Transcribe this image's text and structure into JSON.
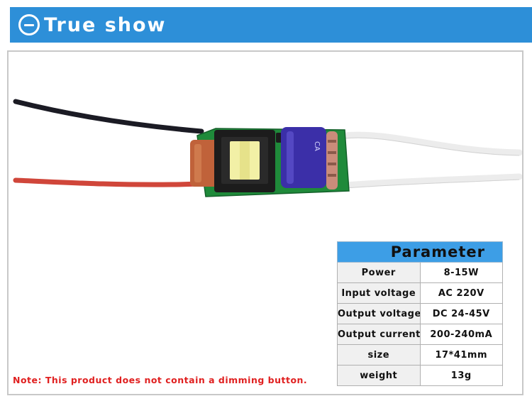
{
  "banner": {
    "icon": "minus-circle-icon",
    "title": "True show"
  },
  "product": {
    "capacitor_label": "CA"
  },
  "parameter_table": {
    "title": "Parameter",
    "rows": [
      {
        "label": "Power",
        "value": "8-15W"
      },
      {
        "label": "Input voltage",
        "value": "AC 220V"
      },
      {
        "label": "Output voltage",
        "value": "DC 24-45V"
      },
      {
        "label": "Output current",
        "value": "200-240mA"
      },
      {
        "label": "size",
        "value": "17*41mm"
      },
      {
        "label": "weight",
        "value": "13g"
      }
    ]
  },
  "note": "Note: This product does not contain a dimming button.",
  "colors": {
    "banner": "#2d8fd8",
    "table_header": "#3d9ee6",
    "note": "#e02020",
    "pcb": "#1f8a3a",
    "capacitor": "#3b2fa8"
  }
}
